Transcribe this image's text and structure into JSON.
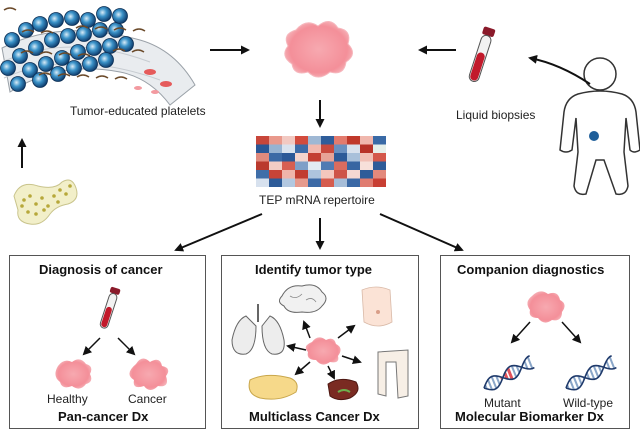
{
  "top": {
    "tep_label": "Tumor-educated platelets",
    "liquid_label": "Liquid biopsies",
    "repertoire_label": "TEP mRNA repertoire"
  },
  "heatmap": {
    "rows": 6,
    "cols": 10,
    "cells": [
      [
        "#c8463a",
        "#e9998c",
        "#f2c9c2",
        "#d24b3d",
        "#9fb8d4",
        "#2f5d9a",
        "#e37b6e",
        "#c0392b",
        "#f0b7ad",
        "#3a6aa6"
      ],
      [
        "#2a5796",
        "#97b3d2",
        "#d9e2ee",
        "#3d6ba7",
        "#f2b9ae",
        "#c94a3e",
        "#6a90c0",
        "#d8e1ed",
        "#b73228",
        "#e6efe9"
      ],
      [
        "#e08a7d",
        "#3b69a5",
        "#2b5897",
        "#f4d4cd",
        "#c33f32",
        "#e7a397",
        "#2c5a98",
        "#a8c0da",
        "#f1c0b6",
        "#d4584b"
      ],
      [
        "#ba3a2e",
        "#f3cdc5",
        "#d75f52",
        "#7f9fc8",
        "#e2ebf3",
        "#4f7bb3",
        "#d96c5f",
        "#3766a2",
        "#f7e0da",
        "#2e5c99"
      ],
      [
        "#3f6ea8",
        "#c84437",
        "#efb4aa",
        "#c13c30",
        "#aec4dd",
        "#f4c6bd",
        "#ce5347",
        "#f5d8d2",
        "#2f5c99",
        "#e3897c"
      ],
      [
        "#d7e1ee",
        "#2d5b98",
        "#b3c8e0",
        "#e69a8d",
        "#3c6aa6",
        "#d55c4f",
        "#a6bdd8",
        "#3a68a5",
        "#e07c70",
        "#c83f33"
      ]
    ]
  },
  "panels": [
    {
      "title": "Diagnosis of cancer",
      "footer": "Pan-cancer Dx",
      "labels": [
        "Healthy",
        "Cancer"
      ]
    },
    {
      "title": "Identify tumor type",
      "footer": "Multiclass Cancer Dx"
    },
    {
      "title": "Companion diagnostics",
      "footer": "Molecular Biomarker Dx",
      "labels": [
        "Mutant",
        "Wild-type"
      ]
    }
  ],
  "colors": {
    "platelet": "#f4a6ad",
    "tube_blood": "#c2192b",
    "tumor_cell": "#1f6fb0",
    "panel_border": "#555555"
  }
}
